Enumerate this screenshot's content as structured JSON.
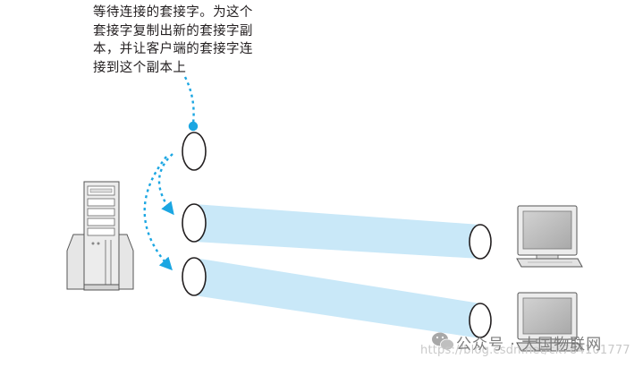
{
  "caption": {
    "lines": [
      "等待连接的套接字。为这个",
      "套接字复制出新的套接字副",
      "本，并让客户端的套接字连",
      "接到这个副本上"
    ]
  },
  "colors": {
    "accent": "#1ba6e2",
    "tunnel": "#c9e8f8",
    "outline": "#231f20",
    "equipment": "#e6e6e6",
    "screen": "#bdbdbd"
  },
  "icons": {
    "server": "server-icon",
    "client_top": "computer-icon",
    "client_bottom": "computer-icon",
    "watermark_logo": "wechat-icon"
  },
  "watermark": {
    "brand": "公众号 · 大国物联网",
    "url": "https://blog.csdn.net/ck784101777"
  }
}
